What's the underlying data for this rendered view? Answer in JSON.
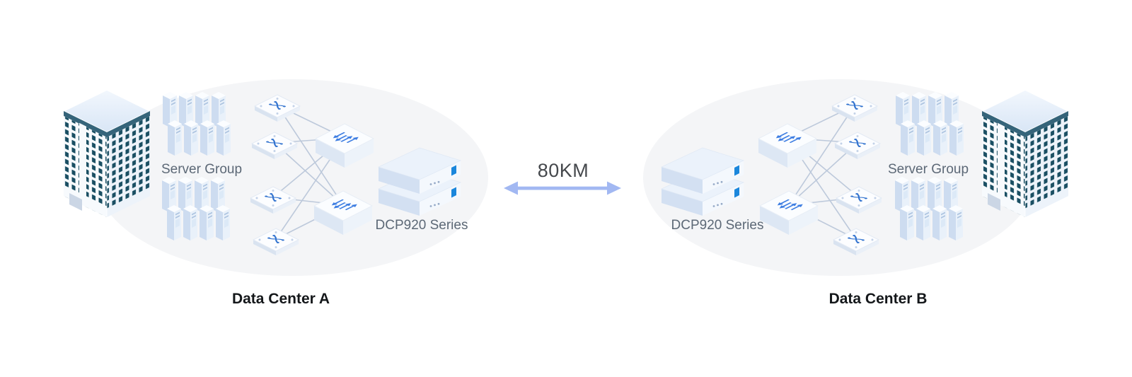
{
  "diagram": {
    "distance_label": "80KM",
    "datacenter_a": {
      "title": "Data Center A",
      "server_group_label": "Server Group",
      "device_label": "DCP920 Series"
    },
    "datacenter_b": {
      "title": "Data Center B",
      "server_group_label": "Server Group",
      "device_label": "DCP920 Series"
    },
    "colors": {
      "ellipse_background": "#f4f5f7",
      "device_accent_blue": "#1b87dc",
      "icon_blue": "#3273cf",
      "arrow_blue": "#a2b8f2",
      "link_line_gray": "#bdc9db",
      "window_teal": "#1a4f63",
      "label_gray": "#5c6876",
      "title_color": "#14171a"
    }
  }
}
